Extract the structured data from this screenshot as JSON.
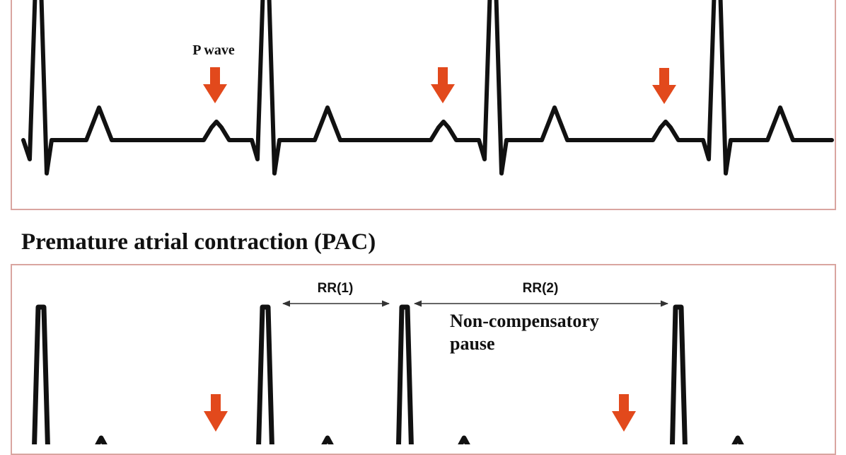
{
  "top_strip": {
    "p_wave_label": "P wave"
  },
  "bottom_strip": {
    "title": "Premature atrial contraction (PAC)",
    "rr1_label": "RR(1)",
    "rr2_label": "RR(2)",
    "pause_label_line1": "Non-compensatory",
    "pause_label_line2": "pause"
  },
  "colors": {
    "trace": "#111111",
    "arrow": "#e2491c",
    "panel_border": "#d9a5a0",
    "measure_line": "#333333"
  }
}
